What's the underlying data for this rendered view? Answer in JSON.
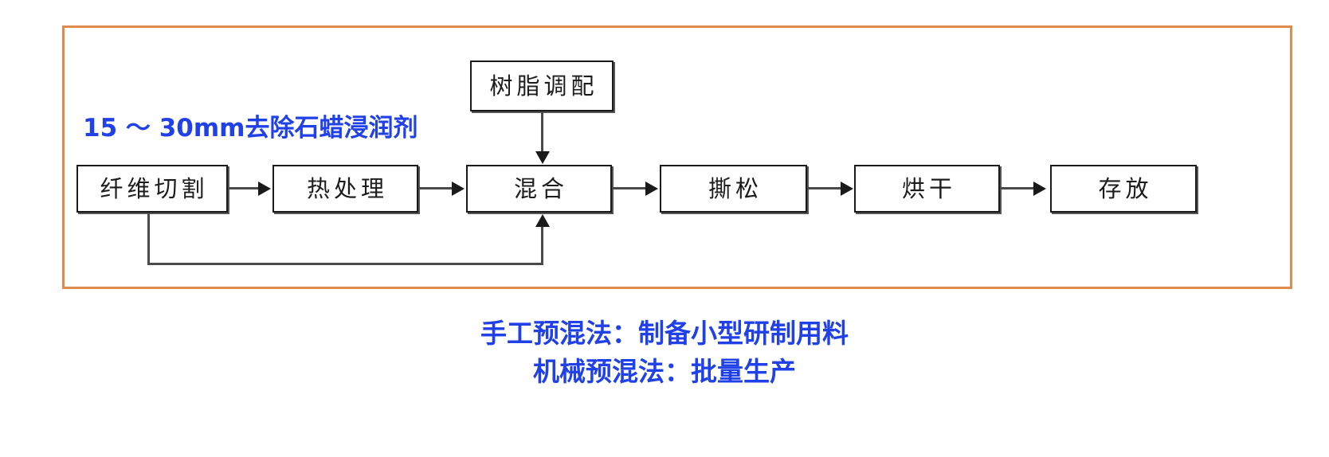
{
  "diagram": {
    "frame_color": "#E08A4E",
    "accent_text_color": "#2040E8",
    "box_border_color": "#1a1a1a",
    "annotation": "15 ～ 30mm去除石蜡浸润剂",
    "nodes": [
      {
        "id": "resin",
        "label": "树脂调配"
      },
      {
        "id": "cut",
        "label": "纤维切割"
      },
      {
        "id": "heat",
        "label": "热处理"
      },
      {
        "id": "mix",
        "label": "混合"
      },
      {
        "id": "loosen",
        "label": "撕松"
      },
      {
        "id": "dry",
        "label": "烘干"
      },
      {
        "id": "store",
        "label": "存放"
      }
    ],
    "captions": [
      "手工预混法：制备小型研制用料",
      "机械预混法：批量生产"
    ]
  }
}
